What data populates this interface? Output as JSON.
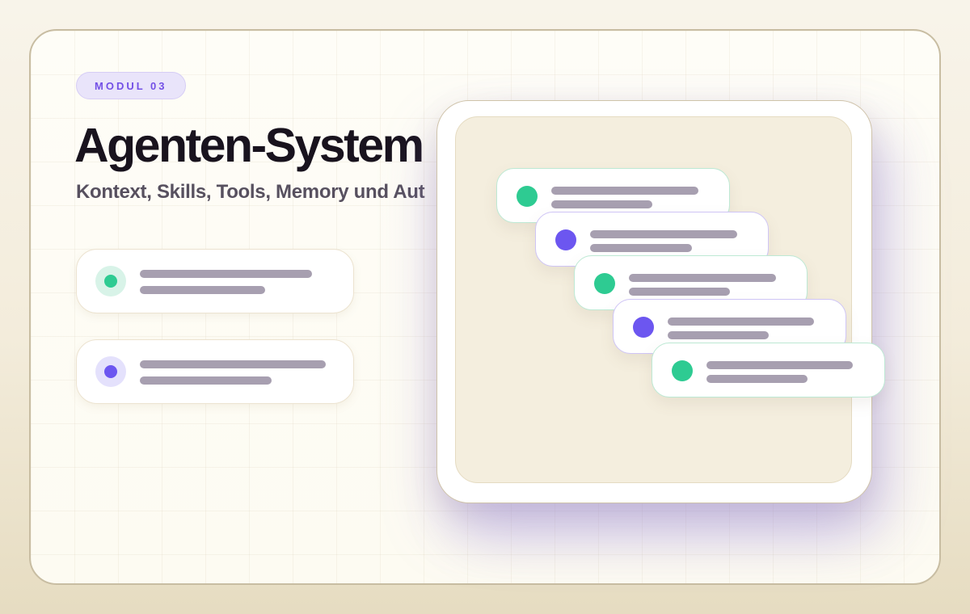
{
  "hero": {
    "badge": "MODUL 03",
    "title": "Agenten-System",
    "subtitle": "Kontext, Skills, Tools, Memory und Aut"
  },
  "colors": {
    "badge_text": "#7350e6",
    "badge_bg": "#e9e4fa",
    "badge_border": "#d6cdf5",
    "title_text": "#19131e",
    "subtitle_text": "#57505f",
    "canvas_border": "#c8bda2",
    "frame_border": "#cfc3aa",
    "screen_bg": "#f4eede",
    "skeleton_bar": "#a79fb0",
    "green": "#2ecb92",
    "purple": "#6c56f0",
    "green_soft": "#d8f3e8",
    "purple_soft": "#e4e1fc",
    "green_border": "#bde9d4",
    "purple_border": "#cfc5f6"
  },
  "feature_cards": [
    {
      "icon": "status-dot",
      "accent": "green",
      "bar_widths": [
        213,
        155
      ]
    },
    {
      "icon": "status-dot",
      "accent": "purple",
      "bar_widths": [
        230,
        163
      ]
    }
  ],
  "panel": {
    "cards": [
      {
        "icon": "status-dot",
        "accent": "green",
        "bar_widths": [
          182,
          125
        ]
      },
      {
        "icon": "status-dot",
        "accent": "purple",
        "bar_widths": [
          182,
          126
        ]
      },
      {
        "icon": "status-dot",
        "accent": "green",
        "bar_widths": [
          182,
          125
        ]
      },
      {
        "icon": "status-dot",
        "accent": "purple",
        "bar_widths": [
          181,
          125
        ]
      },
      {
        "icon": "status-dot",
        "accent": "green",
        "bar_widths": [
          181,
          125
        ]
      }
    ]
  }
}
